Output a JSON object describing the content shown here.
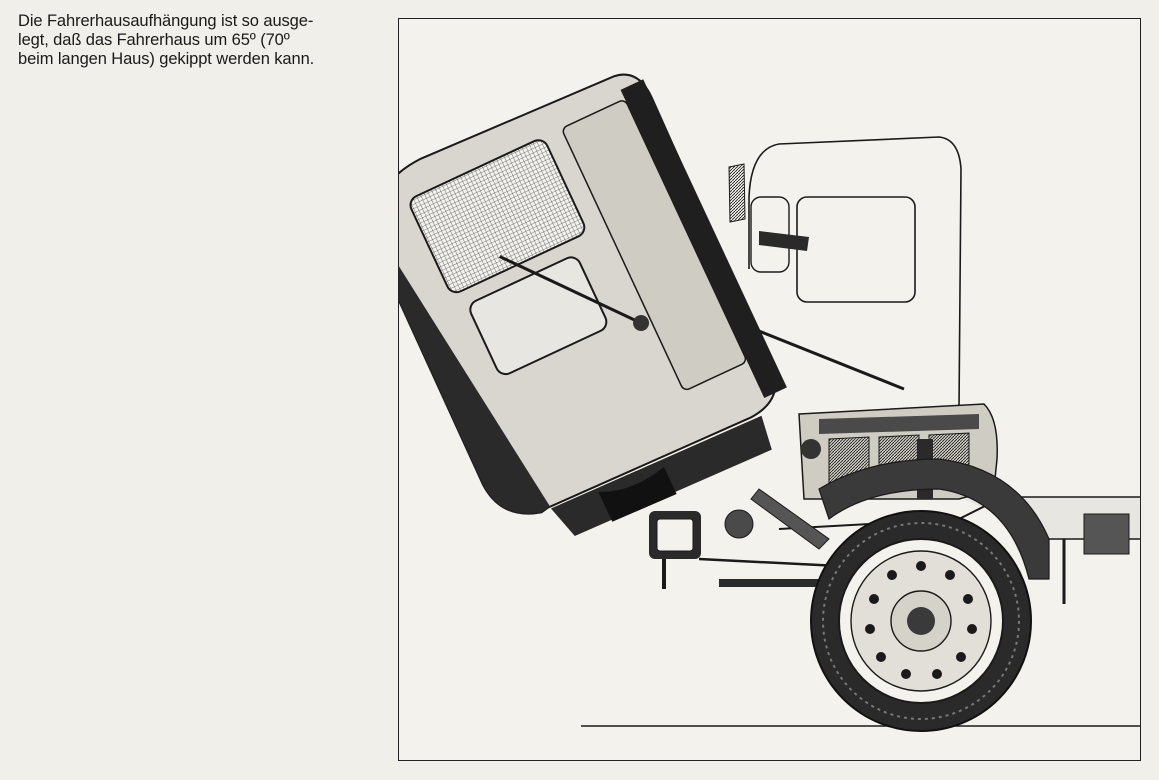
{
  "caption": {
    "lines": [
      "Die Fahrerhausaufhängung ist so ausge-",
      "legt, daß das Fahrerhaus um 65º (70º",
      "beim langen Haus) gekippt werden kann."
    ]
  },
  "figure": {
    "subject": "truck-tilted-cab-illustration",
    "colors": {
      "ink": "#1a1a1a",
      "paper": "#f4f2ec",
      "shade": "#3a3a3a"
    }
  }
}
